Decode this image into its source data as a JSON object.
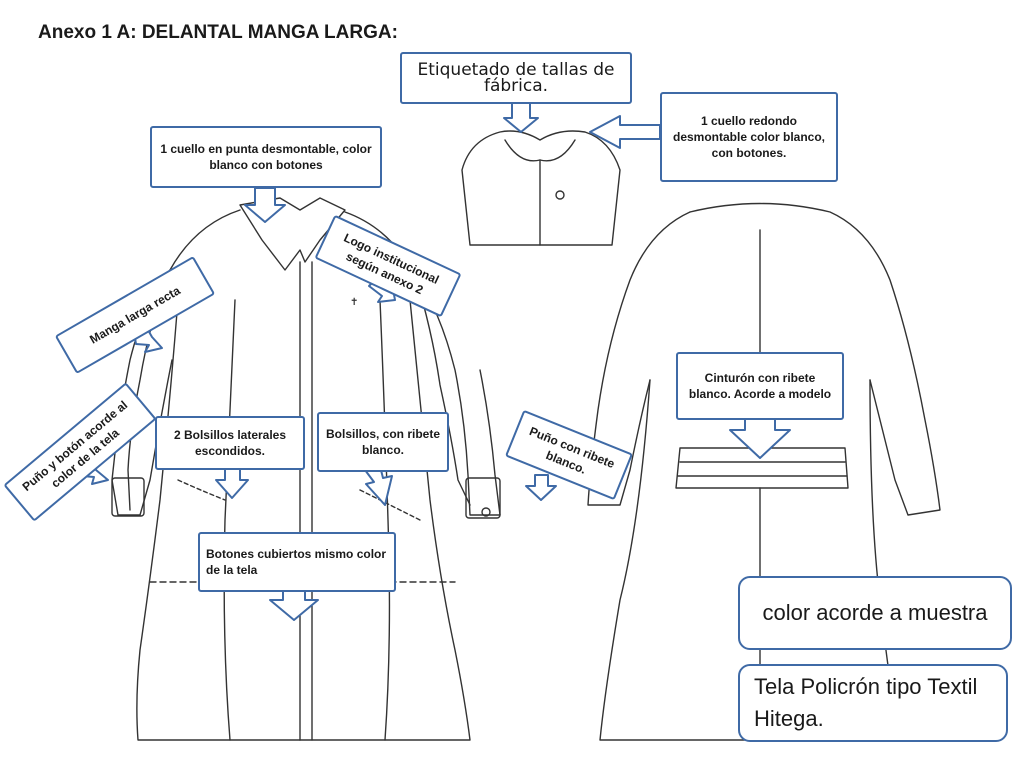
{
  "title": "Anexo 1 A: DELANTAL MANGA LARGA:",
  "colors": {
    "callout_border": "#3f6aa6",
    "line_art": "#333333"
  },
  "callouts": {
    "etiquetado": "Etiquetado de tallas de fábrica.",
    "cuello_redondo": "1 cuello redondo desmontable color blanco, con botones.",
    "cuello_punta": "1 cuello en punta desmontable, color blanco con botones",
    "logo": "Logo institucional según anexo 2",
    "manga": "Manga larga recta",
    "cinturon": "Cinturón con ribete blanco. Acorde a modelo",
    "puno_boton": "Puño y botón acorde al color de la tela",
    "bolsillos_laterales": "2 Bolsillos laterales escondidos.",
    "bolsillos_ribete": "Bolsillos, con ribete blanco.",
    "puno_ribete": "Puño con ribete blanco.",
    "botones": "Botones cubiertos mismo color de la tela",
    "color": "color acorde a muestra",
    "tela": "Tela  Policrón tipo Textil  Hitega."
  }
}
